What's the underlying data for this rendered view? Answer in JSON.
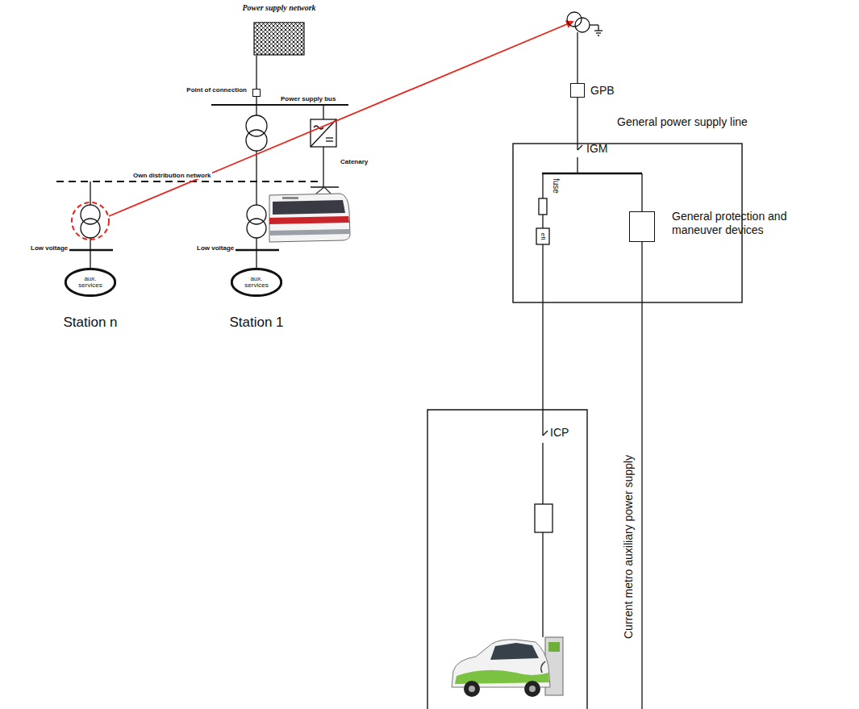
{
  "diagram": {
    "nodes": [
      {
        "text": [
          "Power supply network"
        ]
      },
      {
        "text": [
          "Point of connection"
        ]
      },
      {
        "text": [
          "aux. services"
        ]
      },
      {
        "text": [
          "aux. services"
        ]
      },
      {
        "text": [
          "GPB"
        ]
      },
      {
        "text": [
          "General protection and maneuver devices"
        ]
      }
    ],
    "edges": [
      {
        "from": 0,
        "to": 1,
        "arrow": "none"
      }
    ],
    "labels": [
      "Power supply bus",
      "Own distribution network",
      "Low voltage",
      "Low voltage",
      "Catenary",
      "Station n",
      "Station 1",
      "General power supply line",
      "IGM",
      "fuse",
      "efi",
      "ICP",
      "Current metro auxiliary power supply"
    ]
  }
}
